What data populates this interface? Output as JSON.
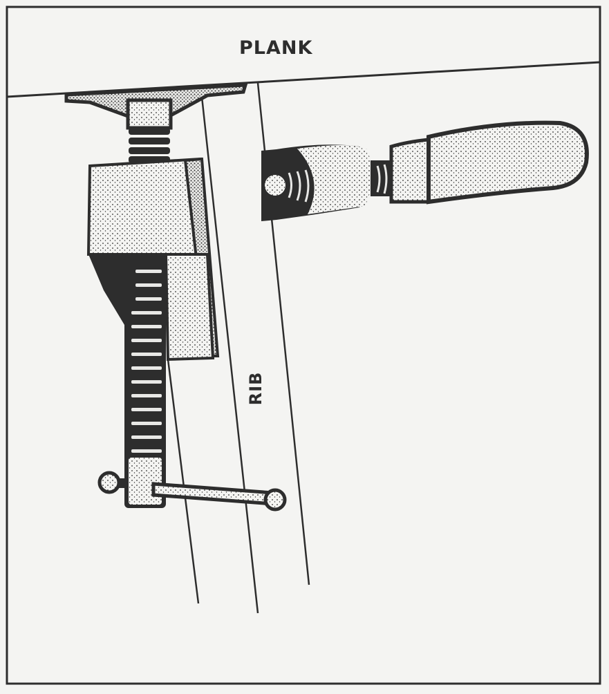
{
  "figure": {
    "labels": {
      "plank": "PLANK",
      "rib": "RIB"
    },
    "parts": [
      {
        "id": "plank",
        "name": "Plank"
      },
      {
        "id": "rib",
        "name": "Rib"
      },
      {
        "id": "clamp-pad",
        "name": "Clamp swivel pad"
      },
      {
        "id": "clamp-body",
        "name": "Clamp frame block"
      },
      {
        "id": "clamp-screw",
        "name": "Threaded screw"
      },
      {
        "id": "tommy-bar",
        "name": "T-handle bar"
      },
      {
        "id": "wood-handle",
        "name": "Wooden screw handle"
      }
    ],
    "colors": {
      "ink": "#2d2d2d",
      "paper": "#f4f4f2"
    }
  }
}
